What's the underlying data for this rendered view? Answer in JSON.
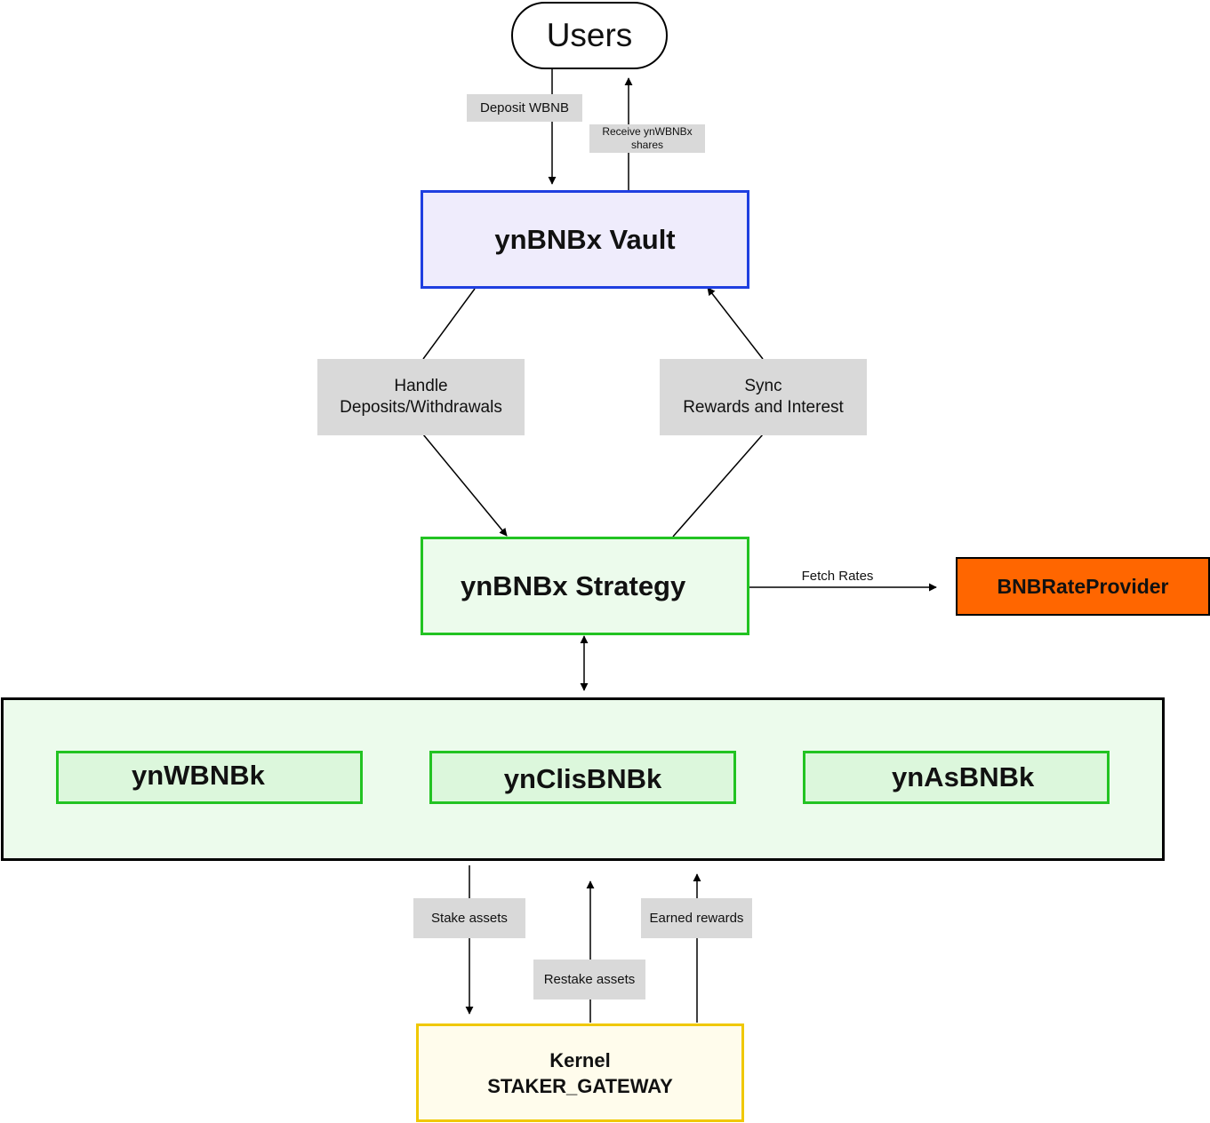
{
  "nodes": {
    "users": "Users",
    "vault": "ynBNBx Vault",
    "strategy": "ynBNBx Strategy",
    "rate_provider": "BNBRateProvider",
    "wbnbk": "ynWBNBk",
    "clisbnbk": "ynClisBNBk",
    "asbnbk": "ynAsBNBk",
    "kernel_line1": "Kernel",
    "kernel_line2": "STAKER_GATEWAY"
  },
  "edge_labels": {
    "deposit_wbnb": "Deposit WBNB",
    "receive_shares_line1": "Receive ynWBNBx",
    "receive_shares_line2": "shares",
    "handle_line1": "Handle",
    "handle_line2": "Deposits/Withdrawals",
    "sync_line1": "Sync",
    "sync_line2": "Rewards and Interest",
    "fetch_rates": "Fetch Rates",
    "stake_assets": "Stake assets",
    "restake_assets": "Restake assets",
    "earned_rewards": "Earned rewards"
  },
  "colors": {
    "vault_border": "#1f3fe0",
    "vault_fill": "#efecfc",
    "green_border": "#22c322",
    "green_fill": "#ecfbec",
    "inner_fill": "#dcf7dc",
    "orange": "#ff6600",
    "kernel_border": "#f0c800",
    "kernel_fill": "#fffcec",
    "label_bg": "#d9d9d9"
  }
}
